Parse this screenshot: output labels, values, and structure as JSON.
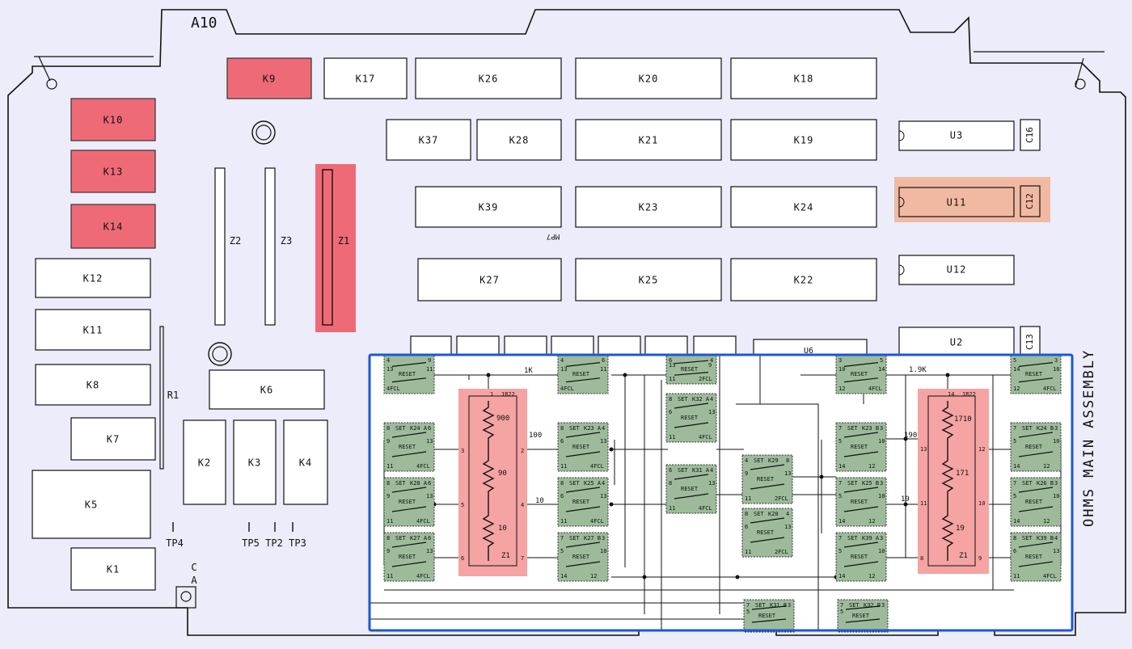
{
  "board": {
    "designator": "A10",
    "title": "OHMS MAIN ASSEMBLY",
    "mark_c": "C",
    "mark_a": "A",
    "mp_label": "MP7"
  },
  "colors": {
    "background": "#ececfa",
    "highlight_red": "#ef6a77",
    "highlight_orange": "#f2b9a2",
    "resistor_overlay": "#f5a3a3",
    "relay_green": "#9dbb9b",
    "callout_blue": "#1c57d6"
  },
  "highlighted_components": [
    "K9",
    "K10",
    "K13",
    "K14",
    "Z1",
    "U11"
  ],
  "components": {
    "K9": "K9",
    "K10": "K10",
    "K13": "K13",
    "K14": "K14",
    "K17": "K17",
    "K26": "K26",
    "K20": "K20",
    "K18": "K18",
    "K37": "K37",
    "K28": "K28",
    "K21": "K21",
    "K19": "K19",
    "U3": "U3",
    "C16": "C16",
    "K39": "K39",
    "K23": "K23",
    "K24": "K24",
    "U11": "U11",
    "C12": "C12",
    "K12": "K12",
    "K27": "K27",
    "K25": "K25",
    "K22": "K22",
    "U12": "U12",
    "K11": "K11",
    "K8": "K8",
    "K6": "K6",
    "K7": "K7",
    "K2": "K2",
    "K3": "K3",
    "K4": "K4",
    "K5": "K5",
    "K1": "K1",
    "U2": "U2",
    "C13": "C13",
    "Z1": "Z1",
    "Z2": "Z2",
    "Z3": "Z3",
    "R1": "R1",
    "U6": "U6"
  },
  "test_points": [
    "TP4",
    "TP5",
    "TP2",
    "TP3"
  ],
  "schematic": {
    "resistor_network_left": {
      "ref": "Z1",
      "part": "1R22",
      "values": [
        "900",
        "90",
        "10"
      ],
      "pins": [
        "1",
        "3",
        "2",
        "5",
        "4",
        "6",
        "7"
      ],
      "node_labels": [
        "1K",
        "100",
        "10"
      ]
    },
    "resistor_network_right": {
      "ref": "Z1",
      "part": "1R22",
      "values": [
        "1710",
        "171",
        "19"
      ],
      "pins": [
        "14",
        "13",
        "12",
        "11",
        "10",
        "8",
        "9"
      ],
      "node_labels": [
        "1.9K",
        "190",
        "19"
      ]
    },
    "relays": [
      {
        "id": "k24a",
        "name": "K24 A",
        "set": "SET",
        "reset": "RESET",
        "pins": [
          "8",
          "6",
          "9",
          "13",
          "11",
          "4FCL"
        ]
      },
      {
        "id": "k28a",
        "name": "K28 A",
        "set": "SET",
        "reset": "RESET",
        "pins": [
          "8",
          "6",
          "9",
          "13",
          "11",
          "4FCL"
        ]
      },
      {
        "id": "k27a",
        "name": "K27 A",
        "set": "SET",
        "reset": "RESET",
        "pins": [
          "8",
          "6",
          "9",
          "13",
          "11",
          "4FCL"
        ]
      },
      {
        "id": "k23a",
        "name": "K23 A",
        "set": "SET",
        "reset": "RESET",
        "pins": [
          "8",
          "4",
          "6",
          "13",
          "11",
          "4FCL"
        ]
      },
      {
        "id": "k25a",
        "name": "K25 A",
        "set": "SET",
        "reset": "RESET",
        "pins": [
          "8",
          "4",
          "6",
          "13",
          "11",
          "4FCL"
        ]
      },
      {
        "id": "k27b",
        "name": "K27 B",
        "set": "SET",
        "reset": "RESET",
        "pins": [
          "7",
          "3",
          "5",
          "10",
          "14",
          "12"
        ]
      },
      {
        "id": "k32a",
        "name": "K32 A",
        "set": "SET",
        "reset": "RESET",
        "pins": [
          "8",
          "4",
          "6",
          "13",
          "11",
          "4FCL"
        ]
      },
      {
        "id": "k31a",
        "name": "K31 A",
        "set": "SET",
        "reset": "RESET",
        "pins": [
          "6",
          "4",
          "8",
          "13",
          "11",
          "4FCL"
        ]
      },
      {
        "id": "k29",
        "name": "K29",
        "set": "SET",
        "reset": "RESET",
        "pins": [
          "4",
          "8",
          "9",
          "13",
          "11",
          "2FCL"
        ]
      },
      {
        "id": "k20",
        "name": "K20",
        "set": "SET",
        "reset": "RESET",
        "pins": [
          "8",
          "4",
          "6",
          "13",
          "11",
          "2FCL"
        ]
      },
      {
        "id": "k23b",
        "name": "K23 B",
        "set": "SET",
        "reset": "RESET",
        "pins": [
          "7",
          "3",
          "5",
          "10",
          "14",
          "12"
        ]
      },
      {
        "id": "k25b",
        "name": "K25 B",
        "set": "SET",
        "reset": "RESET",
        "pins": [
          "7",
          "3",
          "5",
          "10",
          "14",
          "12"
        ]
      },
      {
        "id": "k39a",
        "name": "K39 A",
        "set": "SET",
        "reset": "RESET",
        "pins": [
          "7",
          "3",
          "5",
          "10",
          "14",
          "12"
        ]
      },
      {
        "id": "k24b",
        "name": "K24 B",
        "set": "SET",
        "reset": "RESET",
        "pins": [
          "7",
          "3",
          "5",
          "10",
          "14",
          "12"
        ]
      },
      {
        "id": "k26b",
        "name": "K26 B",
        "set": "SET",
        "reset": "RESET",
        "pins": [
          "7",
          "3",
          "5",
          "10",
          "14",
          "12"
        ]
      },
      {
        "id": "k39b",
        "name": "K39 B",
        "set": "SET",
        "reset": "RESET",
        "pins": [
          "8",
          "4",
          "6",
          "13",
          "11",
          "4FCL"
        ]
      },
      {
        "id": "k31b",
        "name": "K31 B",
        "set": "SET",
        "reset": "RESET",
        "pins": [
          "7",
          "3",
          "5"
        ]
      },
      {
        "id": "k32b",
        "name": "K32 B",
        "set": "SET",
        "reset": "RESET",
        "pins": [
          "7",
          "3",
          "5"
        ]
      },
      {
        "id": "top1",
        "name": "",
        "set": "",
        "reset": "RESET",
        "pins": [
          "4",
          "9",
          "13",
          "11",
          "4FCL"
        ]
      },
      {
        "id": "top2",
        "name": "",
        "set": "",
        "reset": "RESET",
        "pins": [
          "4",
          "6",
          "13",
          "11",
          "4FCL"
        ]
      },
      {
        "id": "top3",
        "name": "",
        "set": "",
        "reset": "RESET",
        "pins": [
          "6",
          "4",
          "13",
          "9",
          "11",
          "2FCL"
        ]
      },
      {
        "id": "top4",
        "name": "",
        "set": "",
        "reset": "RESET",
        "pins": [
          "3",
          "5",
          "10",
          "14",
          "12",
          "4FCL"
        ]
      },
      {
        "id": "top5",
        "name": "",
        "set": "",
        "reset": "RESET",
        "pins": [
          "5",
          "3",
          "14",
          "10",
          "12",
          "4FCL"
        ]
      }
    ]
  }
}
